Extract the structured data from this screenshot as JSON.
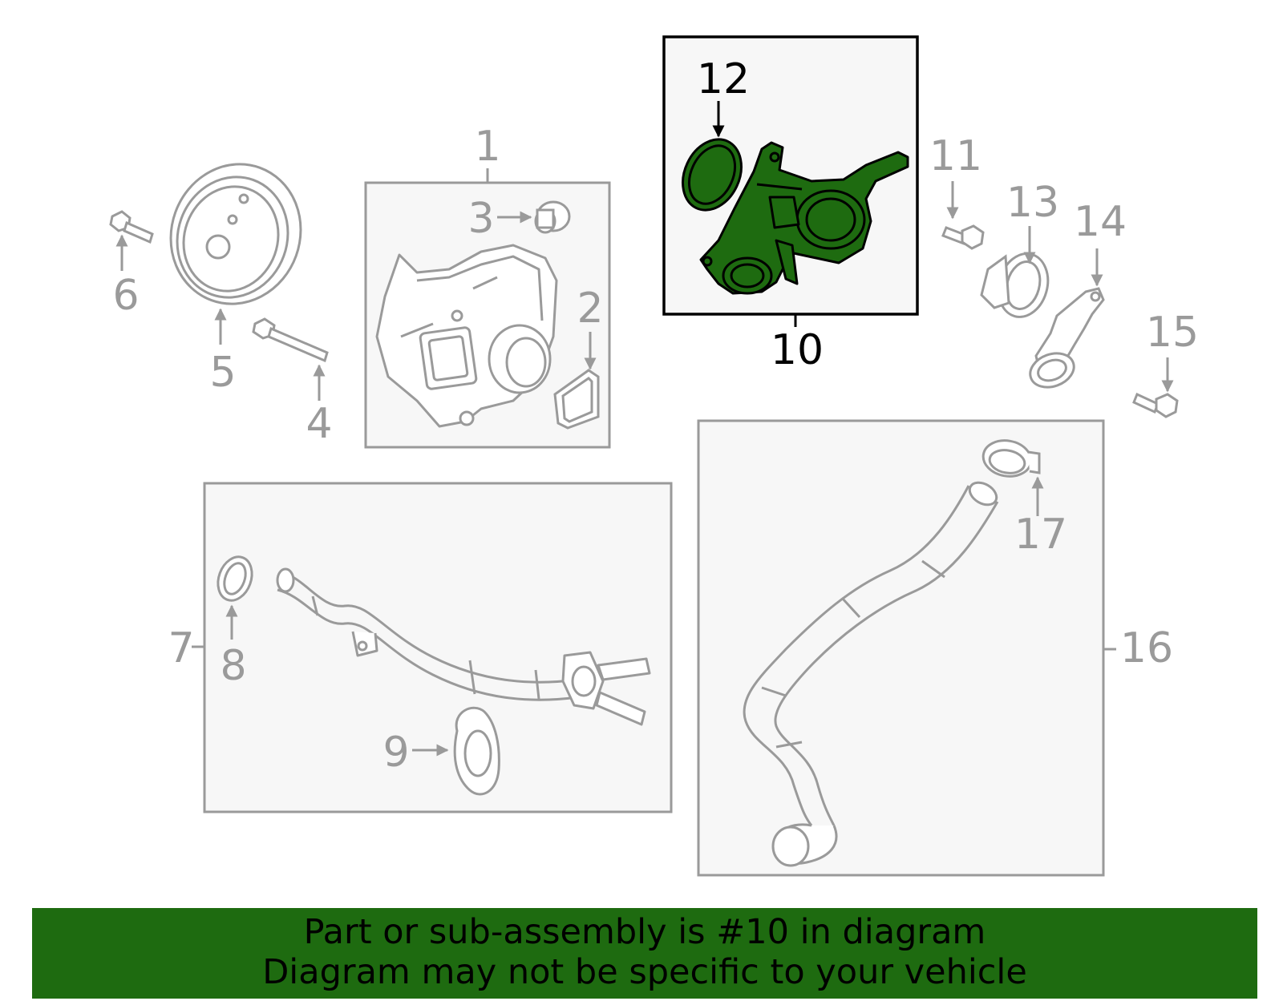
{
  "callouts": {
    "n1": "1",
    "n2": "2",
    "n3": "3",
    "n4": "4",
    "n5": "5",
    "n6": "6",
    "n7": "7",
    "n8": "8",
    "n9": "9",
    "n10": "10",
    "n11": "11",
    "n12": "12",
    "n13": "13",
    "n14": "14",
    "n15": "15",
    "n16": "16",
    "n17": "17"
  },
  "banner": {
    "line1": "Part or sub-assembly is #10 in diagram",
    "line2": "Diagram may not be specific to your vehicle"
  },
  "colors": {
    "highlight_fill": "#1e6b10",
    "line_gray": "#9a9a9a",
    "box_bg": "#f7f7f7",
    "banner_bg": "#1e6b10"
  }
}
